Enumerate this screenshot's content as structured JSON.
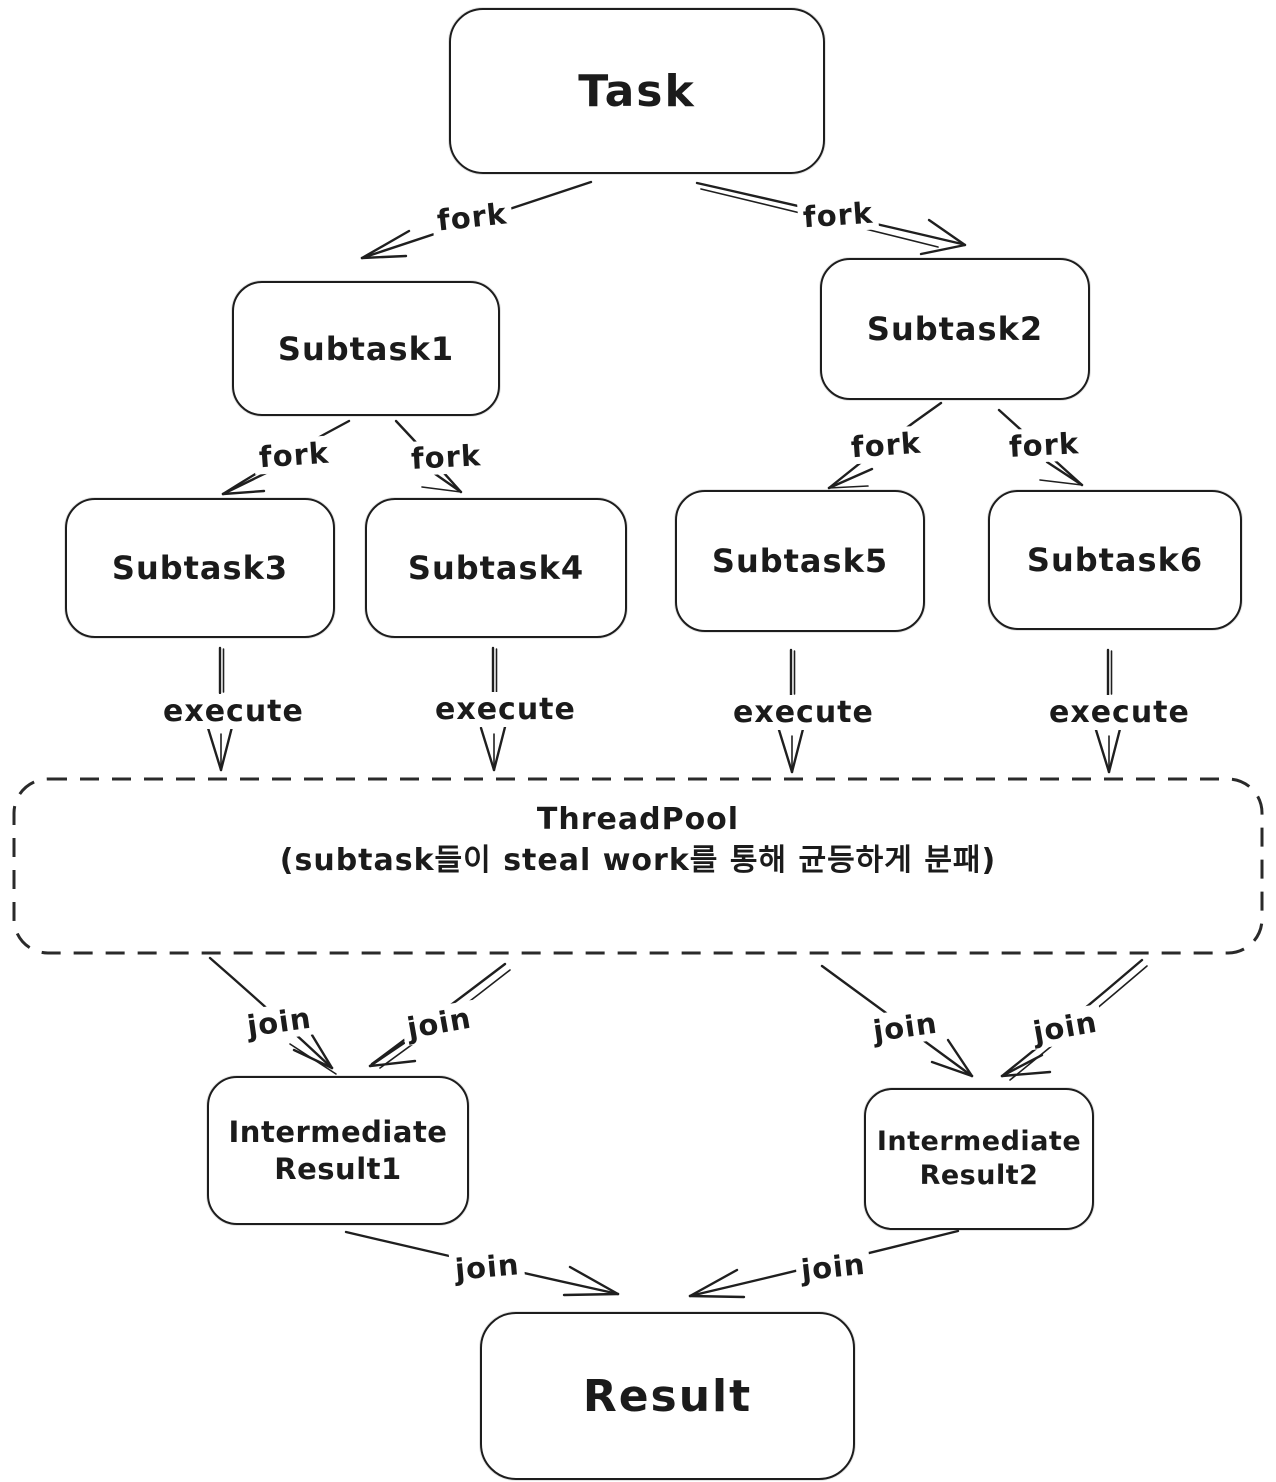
{
  "diagram": {
    "type": "fork-join-flow",
    "colors": {
      "stroke": "#1f1f1f",
      "background": "#ffffff"
    },
    "nodes": {
      "task": {
        "label": "Task"
      },
      "subtask1": {
        "label": "Subtask1"
      },
      "subtask2": {
        "label": "Subtask2"
      },
      "subtask3": {
        "label": "Subtask3"
      },
      "subtask4": {
        "label": "Subtask4"
      },
      "subtask5": {
        "label": "Subtask5"
      },
      "subtask6": {
        "label": "Subtask6"
      },
      "threadpool": {
        "line1": "ThreadPool",
        "line2": "(subtask들이 steal work를 통해 균등하게 분패)"
      },
      "intermediate1": {
        "line1": "Intermediate",
        "line2": "Result1"
      },
      "intermediate2": {
        "line1": "Intermediate",
        "line2": "Result2"
      },
      "result": {
        "label": "Result"
      }
    },
    "edge_labels": {
      "fork": "fork",
      "execute": "execute",
      "join": "join"
    },
    "edges": [
      {
        "from": "task",
        "to": "subtask1",
        "label": "fork"
      },
      {
        "from": "task",
        "to": "subtask2",
        "label": "fork"
      },
      {
        "from": "subtask1",
        "to": "subtask3",
        "label": "fork"
      },
      {
        "from": "subtask1",
        "to": "subtask4",
        "label": "fork"
      },
      {
        "from": "subtask2",
        "to": "subtask5",
        "label": "fork"
      },
      {
        "from": "subtask2",
        "to": "subtask6",
        "label": "fork"
      },
      {
        "from": "subtask3",
        "to": "threadpool",
        "label": "execute"
      },
      {
        "from": "subtask4",
        "to": "threadpool",
        "label": "execute"
      },
      {
        "from": "subtask5",
        "to": "threadpool",
        "label": "execute"
      },
      {
        "from": "subtask6",
        "to": "threadpool",
        "label": "execute"
      },
      {
        "from": "threadpool",
        "to": "intermediate1",
        "label": "join"
      },
      {
        "from": "threadpool",
        "to": "intermediate1",
        "label": "join"
      },
      {
        "from": "threadpool",
        "to": "intermediate2",
        "label": "join"
      },
      {
        "from": "threadpool",
        "to": "intermediate2",
        "label": "join"
      },
      {
        "from": "intermediate1",
        "to": "result",
        "label": "join"
      },
      {
        "from": "intermediate2",
        "to": "result",
        "label": "join"
      }
    ]
  }
}
